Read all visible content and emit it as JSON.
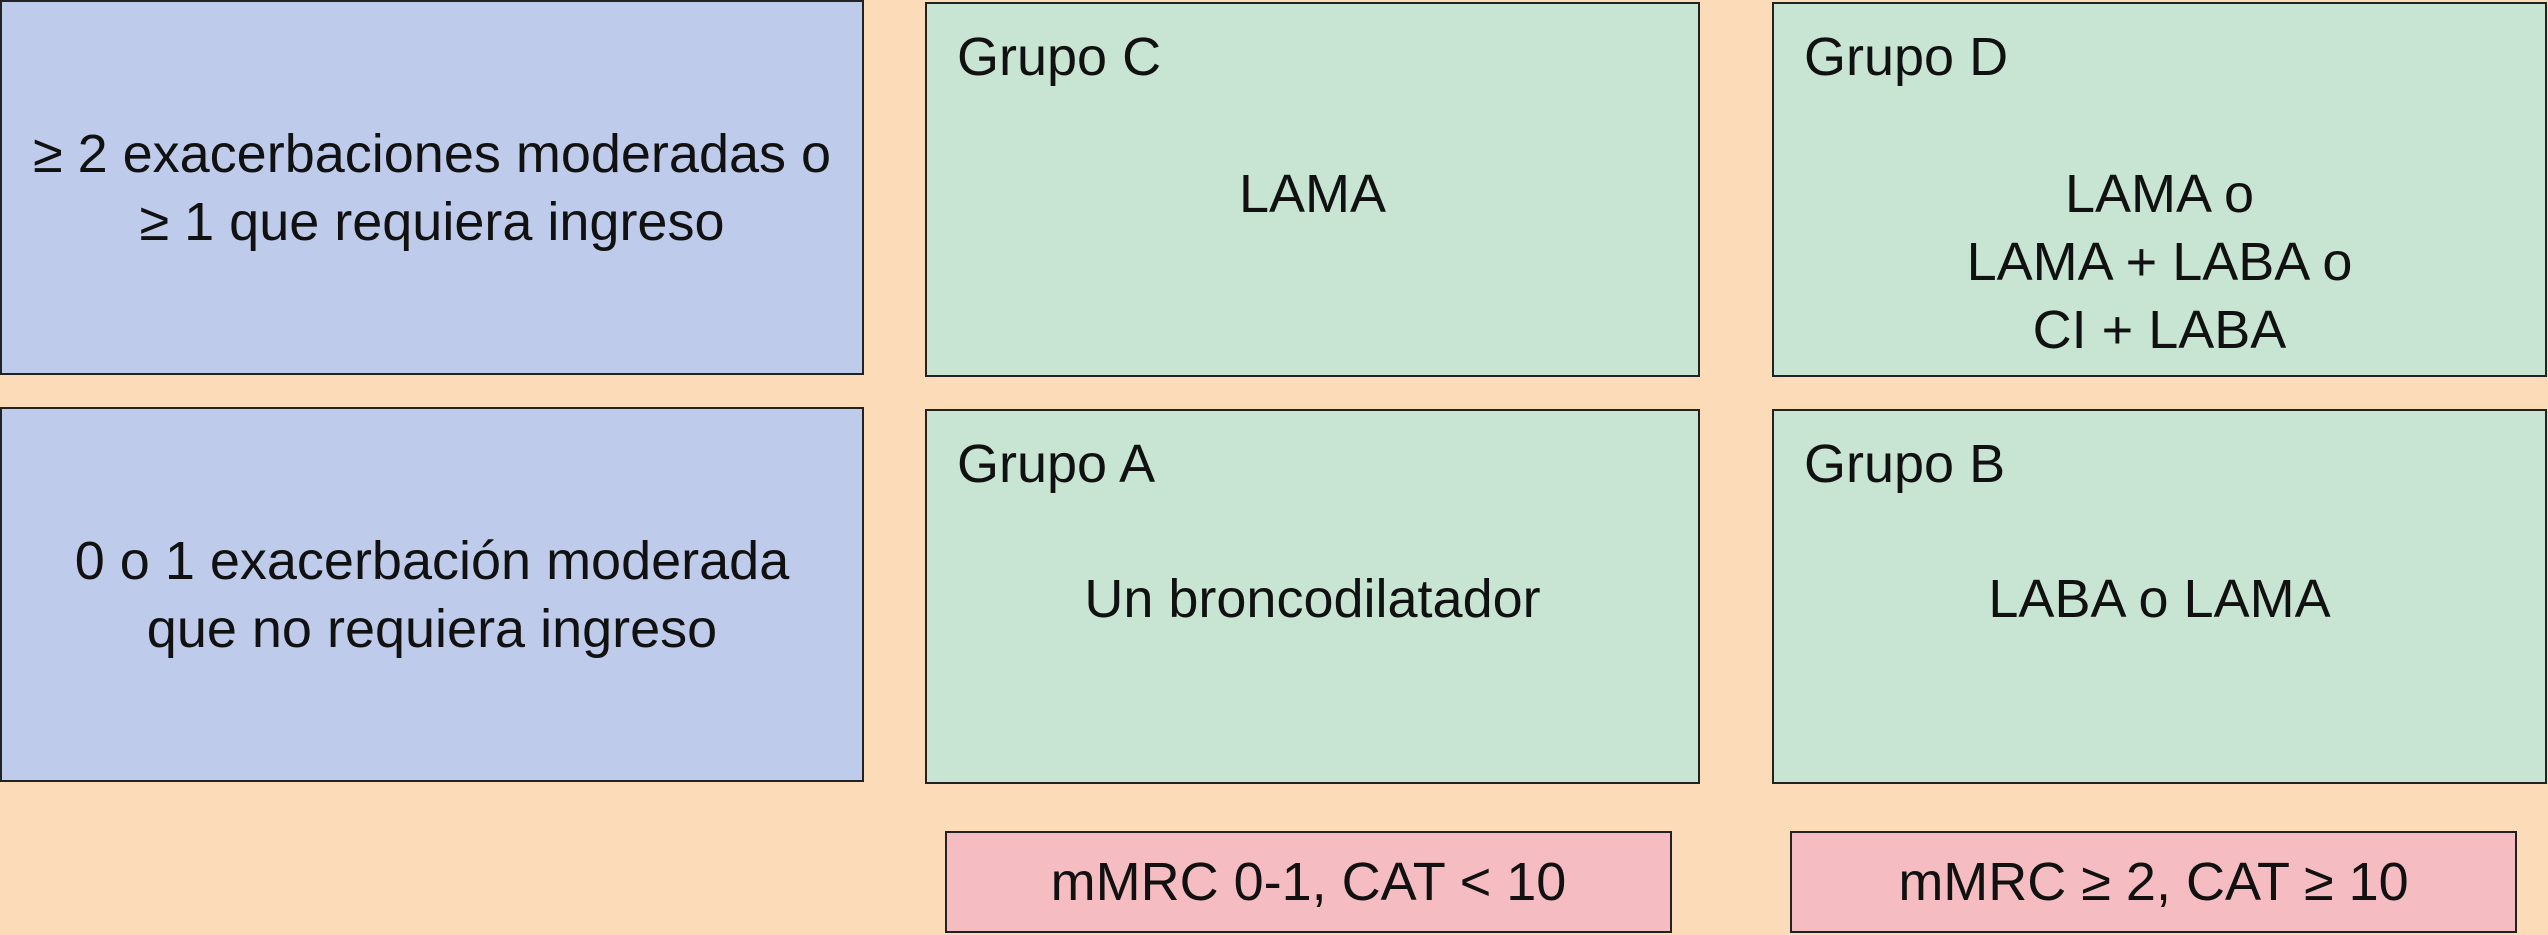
{
  "row_labels": {
    "high_risk": [
      "≥ 2 exacerbaciones moderadas o",
      "≥ 1 que requiera ingreso"
    ],
    "low_risk": [
      "0 o 1 exacerbación moderada",
      "que no requiera ingreso"
    ]
  },
  "groups": {
    "c": {
      "title": "Grupo C",
      "treatment": [
        "LAMA"
      ]
    },
    "d": {
      "title": "Grupo D",
      "treatment": [
        "LAMA o",
        "LAMA + LABA o",
        "CI + LABA"
      ]
    },
    "a": {
      "title": "Grupo A",
      "treatment": [
        "Un broncodilatador"
      ]
    },
    "b": {
      "title": "Grupo B",
      "treatment": [
        "LABA o LAMA"
      ]
    }
  },
  "column_labels": {
    "low_symptoms": "mMRC 0-1, CAT < 10",
    "high_symptoms": "mMRC ≥ 2, CAT ≥ 10"
  },
  "colors": {
    "background": "#fcdcb8",
    "row_label_fill": "#bfcbea",
    "group_fill": "#c8e4d2",
    "column_label_fill": "#f5bcc2"
  }
}
